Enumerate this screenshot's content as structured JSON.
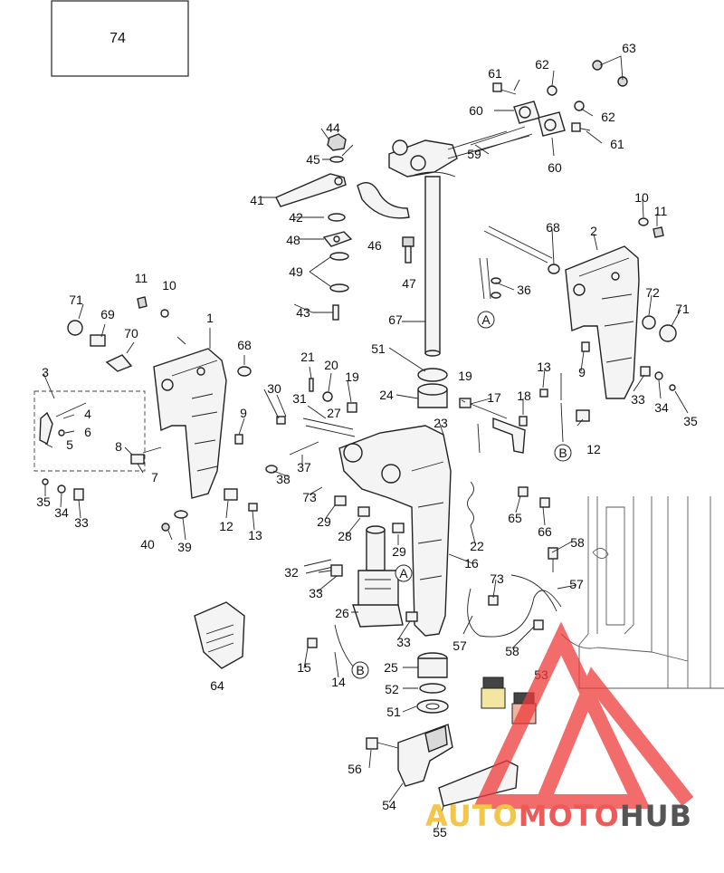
{
  "diagram": {
    "title_box_label": "74",
    "reference_letters": [
      "A",
      "B"
    ],
    "part_labels": [
      "1",
      "2",
      "3",
      "4",
      "5",
      "6",
      "7",
      "8",
      "9",
      "10",
      "11",
      "12",
      "13",
      "14",
      "15",
      "16",
      "17",
      "18",
      "19",
      "20",
      "21",
      "22",
      "23",
      "24",
      "25",
      "26",
      "27",
      "28",
      "29",
      "30",
      "31",
      "32",
      "33",
      "34",
      "35",
      "36",
      "37",
      "38",
      "39",
      "40",
      "41",
      "42",
      "43",
      "44",
      "45",
      "46",
      "47",
      "48",
      "49",
      "51",
      "52",
      "53",
      "54",
      "55",
      "56",
      "57",
      "58",
      "59",
      "60",
      "61",
      "62",
      "63",
      "64",
      "65",
      "66",
      "67",
      "68",
      "69",
      "70",
      "71",
      "72",
      "73"
    ]
  },
  "watermark": {
    "brand_part1": "AUTO",
    "brand_part2": "MOTO",
    "brand_part3": "HUB",
    "colors": {
      "auto": "#f3c54a",
      "moto": "#ee5a5a",
      "hub": "#555555",
      "triangle": "#ee3b3b"
    }
  }
}
